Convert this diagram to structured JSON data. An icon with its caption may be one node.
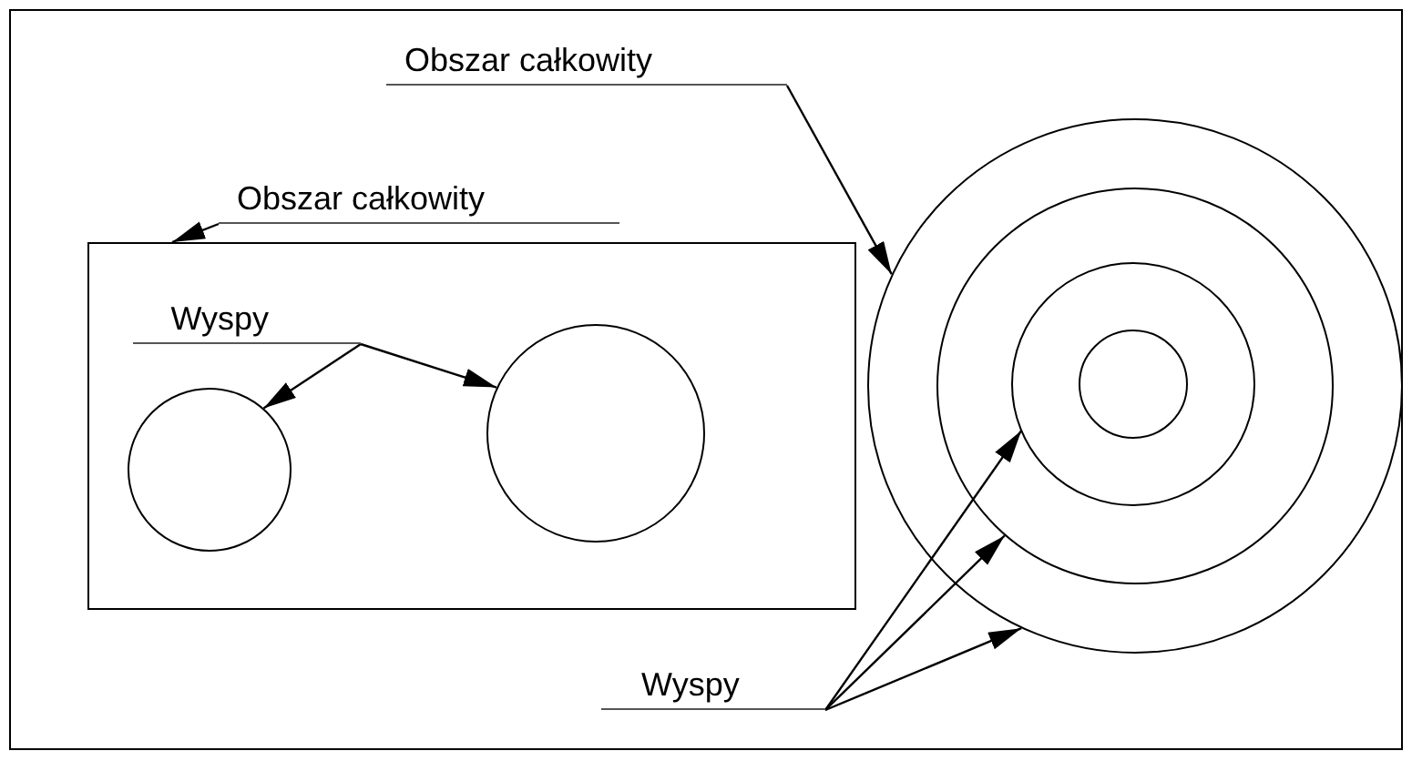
{
  "diagram": {
    "nodes": [
      {
        "text": [
          "Obszar całkowity"
        ]
      },
      {
        "text": [],
        "shape": "circle"
      },
      {
        "text": [],
        "shape": "circle",
        "in": 1
      },
      {
        "text": [],
        "shape": "circle",
        "in": 2
      },
      {
        "text": [],
        "shape": "circle",
        "in": 3
      },
      {
        "text": [
          "Obszar całkowity"
        ]
      },
      {
        "text": [],
        "shape": "box"
      },
      {
        "text": [
          "Wyspy"
        ],
        "in": 6
      },
      {
        "text": [],
        "shape": "circle",
        "in": 6
      },
      {
        "text": [],
        "shape": "circle",
        "in": 6
      },
      {
        "text": [
          "Wyspy"
        ]
      }
    ],
    "edges": [
      {
        "from": 0,
        "to": 1,
        "arrow": "to"
      },
      {
        "from": 5,
        "to": 6,
        "arrow": "to"
      },
      {
        "from": 7,
        "to": 8,
        "arrow": "to"
      },
      {
        "from": 7,
        "to": 9,
        "arrow": "to"
      },
      {
        "from": 10,
        "to": 3,
        "arrow": "to"
      },
      {
        "from": 10,
        "to": 2,
        "arrow": "to"
      },
      {
        "from": 10,
        "to": 1,
        "arrow": "to"
      }
    ]
  }
}
